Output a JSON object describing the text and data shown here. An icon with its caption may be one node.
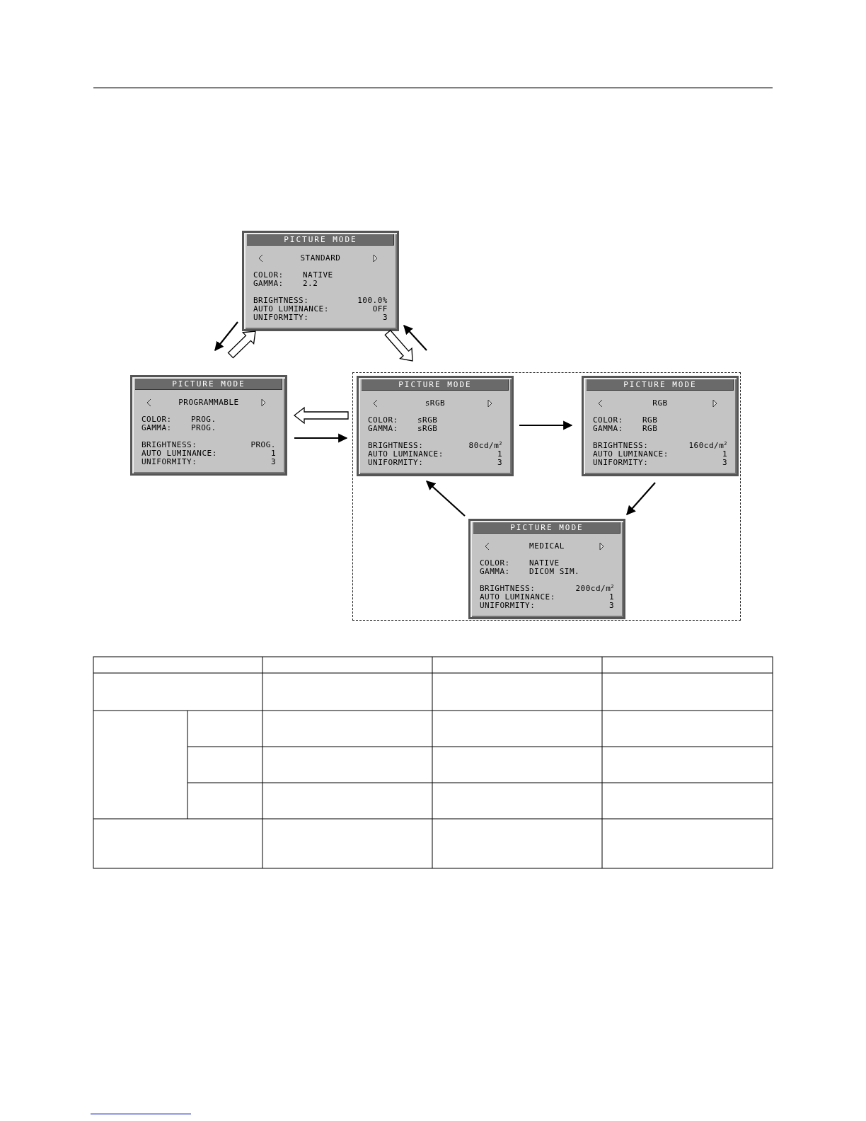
{
  "diagram": {
    "nodes": [
      {
        "text": [
          "PICTURE MODE",
          "STANDARD",
          "COLOR:",
          "NATIVE",
          "GAMMA:",
          "2.2",
          "BRIGHTNESS:",
          "100.0%",
          "AUTO LUMINANCE:",
          "OFF",
          "UNIFORMITY:",
          "3"
        ]
      },
      {
        "text": [
          "PICTURE MODE",
          "PROGRAMMABLE",
          "COLOR:",
          "PROG.",
          "GAMMA:",
          "PROG.",
          "BRIGHTNESS:",
          "PROG.",
          "AUTO LUMINANCE:",
          "1",
          "UNIFORMITY:",
          "3"
        ]
      },
      {
        "text": [],
        "shape": "box"
      },
      {
        "text": [
          "PICTURE MODE",
          "sRGB",
          "COLOR:",
          "sRGB",
          "GAMMA:",
          "sRGB",
          "BRIGHTNESS:",
          "80cd/m$^{2}$",
          "AUTO LUMINANCE:",
          "1",
          "UNIFORMITY:",
          "3"
        ],
        "in": 2
      },
      {
        "text": [
          "PICTURE MODE",
          "RGB",
          "COLOR:",
          "RGB",
          "GAMMA:",
          "RGB",
          "BRIGHTNESS:",
          "160cd/m$^{2}$",
          "AUTO LUMINANCE:",
          "1",
          "UNIFORMITY:",
          "3"
        ],
        "in": 2
      },
      {
        "text": [
          "PICTURE MODE",
          "MEDICAL",
          "COLOR:",
          "NATIVE",
          "GAMMA:",
          "DICOM SIM.",
          "BRIGHTNESS:",
          "200cd/m$^{2}$",
          "AUTO LUMINANCE:",
          "1",
          "UNIFORMITY:",
          "3"
        ],
        "in": 2
      }
    ],
    "edges": [
      {
        "from": 0,
        "to": 1,
        "arrow": "to"
      },
      {
        "from": 1,
        "to": 0,
        "arrow": "to",
        "style": "thick"
      },
      {
        "from": 0,
        "to": 2,
        "arrow": "to",
        "style": "thick"
      },
      {
        "from": 2,
        "to": 0,
        "arrow": "to"
      },
      {
        "from": 2,
        "to": 1,
        "arrow": "to",
        "style": "thick"
      },
      {
        "from": 1,
        "to": 2,
        "arrow": "to"
      },
      {
        "from": 3,
        "to": 4,
        "arrow": "to"
      },
      {
        "from": 4,
        "to": 5,
        "arrow": "to"
      },
      {
        "from": 5,
        "to": 3,
        "arrow": "to"
      }
    ]
  }
}
